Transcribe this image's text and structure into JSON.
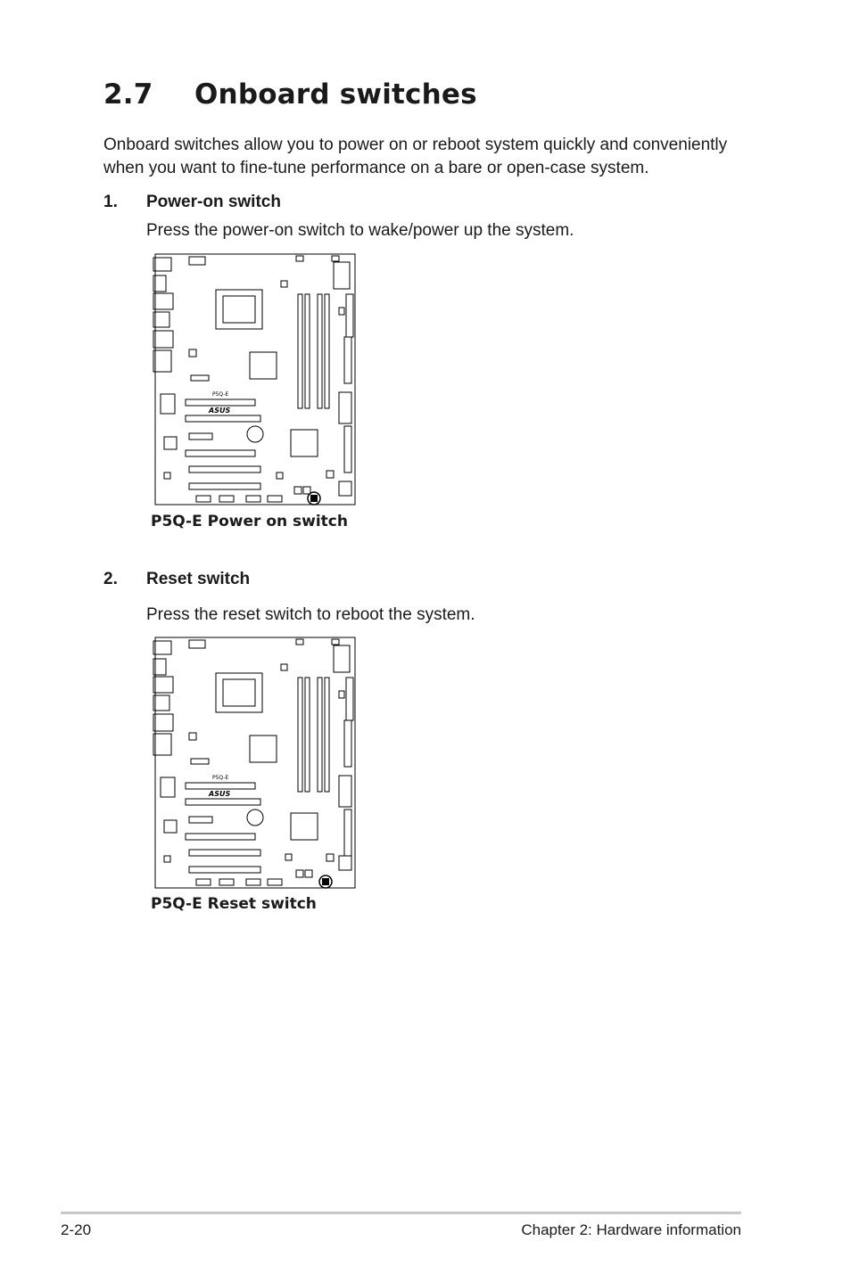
{
  "section": {
    "number": "2.7",
    "title": "Onboard switches"
  },
  "intro": "Onboard switches allow you to power on or reboot system quickly and conveniently when you want to fine-tune performance on a bare or open-case system.",
  "items": [
    {
      "number": "1.",
      "title": "Power-on switch",
      "description": "Press the power-on switch to wake/power up the system.",
      "figure": {
        "board_label": "P5Q-E",
        "caption": "P5Q-E Power on switch"
      }
    },
    {
      "number": "2.",
      "title": "Reset switch",
      "description": "Press the reset switch to reboot the system.",
      "figure": {
        "board_label": "P5Q-E",
        "caption": "P5Q-E Reset switch"
      }
    }
  ],
  "footer": {
    "page": "2-20",
    "chapter": "Chapter 2: Hardware information"
  }
}
